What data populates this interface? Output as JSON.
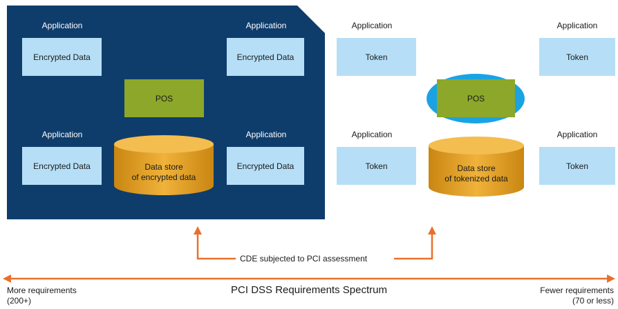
{
  "left_panel": {
    "top_left": {
      "app_label": "Application",
      "box_label": "Encrypted Data"
    },
    "top_right": {
      "app_label": "Application",
      "box_label": "Encrypted Data"
    },
    "bottom_left": {
      "app_label": "Application",
      "box_label": "Encrypted Data"
    },
    "bottom_right": {
      "app_label": "Application",
      "box_label": "Encrypted Data"
    },
    "pos_label": "POS",
    "datastore_line1": "Data store",
    "datastore_line2": "of encrypted data"
  },
  "right_panel": {
    "top_left": {
      "app_label": "Application",
      "box_label": "Token"
    },
    "top_right": {
      "app_label": "Application",
      "box_label": "Token"
    },
    "bottom_left": {
      "app_label": "Application",
      "box_label": "Token"
    },
    "bottom_right": {
      "app_label": "Application",
      "box_label": "Token"
    },
    "pos_label": "POS",
    "datastore_line1": "Data store",
    "datastore_line2": "of tokenized data"
  },
  "cde_caption": "CDE subjected to PCI assessment",
  "spectrum": {
    "title": "PCI DSS Requirements Spectrum",
    "left_line1": "More requirements",
    "left_line2": "(200+)",
    "right_line1": "Fewer requirements",
    "right_line2": "(70 or less)"
  },
  "colors": {
    "dark_panel": "#0f3d6b",
    "light_box": "#b6dff7",
    "pos_green": "#8da72a",
    "pos_ring": "#1aa3e3",
    "cylinder": "#e3a01f",
    "arrow": "#e8702a"
  }
}
